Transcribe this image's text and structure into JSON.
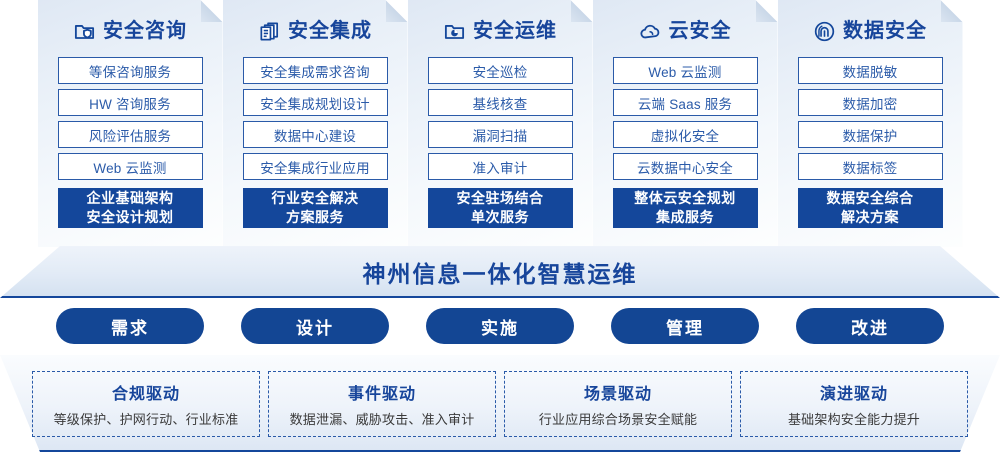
{
  "columns": [
    {
      "icon": "folder-shield-icon",
      "title": "安全咨询",
      "items": [
        "等保咨询服务",
        "HW 咨询服务",
        "风险评估服务",
        "Web 云监测"
      ],
      "highlight": [
        "企业基础架构",
        "安全设计规划"
      ]
    },
    {
      "icon": "stacked-documents-icon",
      "title": "安全集成",
      "items": [
        "安全集成需求咨询",
        "安全集成规划设计",
        "数据中心建设",
        "安全集成行业应用"
      ],
      "highlight": [
        "行业安全解决",
        "方案服务"
      ]
    },
    {
      "icon": "folder-pie-chart-icon",
      "title": "安全运维",
      "items": [
        "安全巡检",
        "基线核查",
        "漏洞扫描",
        "准入审计"
      ],
      "highlight": [
        "安全驻场结合",
        "单次服务"
      ]
    },
    {
      "icon": "cloud-icon",
      "title": "云安全",
      "items": [
        "Web 云监测",
        "云端 Saas 服务",
        "虚拟化安全",
        "云数据中心安全"
      ],
      "highlight": [
        "整体云安全规划",
        "集成服务"
      ]
    },
    {
      "icon": "fingerprint-icon",
      "title": "数据安全",
      "items": [
        "数据脱敏",
        "数据加密",
        "数据保护",
        "数据标签"
      ],
      "highlight": [
        "数据安全综合",
        "解决方案"
      ]
    }
  ],
  "banner": {
    "text": "神州信息一体化智慧运维"
  },
  "pills": [
    {
      "label": "需求"
    },
    {
      "label": "设计"
    },
    {
      "label": "实施"
    },
    {
      "label": "管理"
    },
    {
      "label": "改进"
    }
  ],
  "drivers": [
    {
      "title": "合规驱动",
      "desc": "等级保护、护网行动、行业标准"
    },
    {
      "title": "事件驱动",
      "desc": "数据泄漏、威胁攻击、准入审计"
    },
    {
      "title": "场景驱动",
      "desc": "行业应用综合场景安全赋能"
    },
    {
      "title": "演进驱动",
      "desc": "基础架构安全能力提升"
    }
  ],
  "colors": {
    "brand_blue": "#14479b",
    "title_blue": "#17459b",
    "item_border": "#2a5aa8",
    "pill_bg": "#134694"
  }
}
